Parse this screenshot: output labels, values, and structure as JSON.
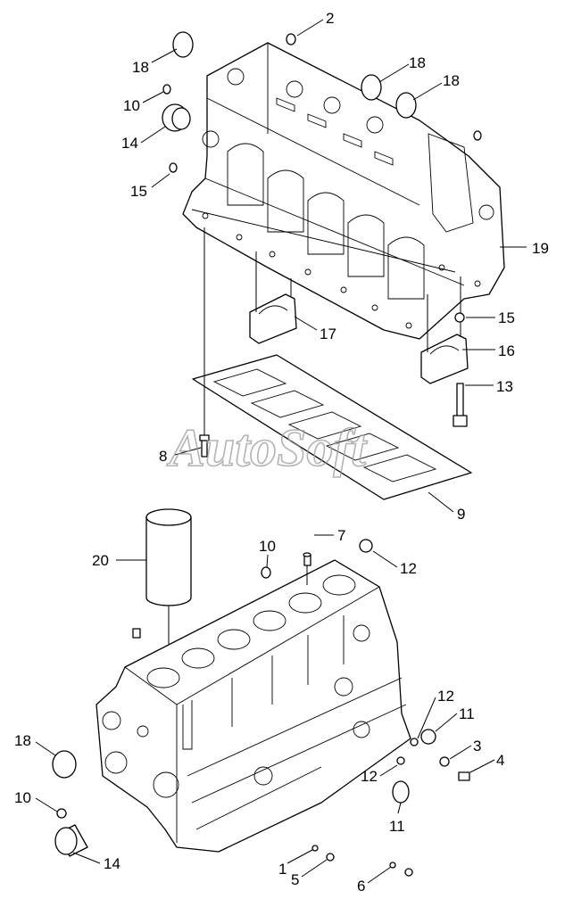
{
  "watermark": "AutoSoft",
  "callouts": [
    {
      "id": "c2a",
      "label": "2"
    },
    {
      "id": "c18a",
      "label": "18"
    },
    {
      "id": "c18b",
      "label": "18"
    },
    {
      "id": "c18c",
      "label": "18"
    },
    {
      "id": "c10a",
      "label": "10"
    },
    {
      "id": "c14a",
      "label": "14"
    },
    {
      "id": "c15a",
      "label": "15"
    },
    {
      "id": "c19",
      "label": "19"
    },
    {
      "id": "c15b",
      "label": "15"
    },
    {
      "id": "c16",
      "label": "16"
    },
    {
      "id": "c17",
      "label": "17"
    },
    {
      "id": "c13",
      "label": "13"
    },
    {
      "id": "c8",
      "label": "8"
    },
    {
      "id": "c9",
      "label": "9"
    },
    {
      "id": "c20",
      "label": "20"
    },
    {
      "id": "c10b",
      "label": "10"
    },
    {
      "id": "c7",
      "label": "7"
    },
    {
      "id": "c12a",
      "label": "12"
    },
    {
      "id": "c12b",
      "label": "12"
    },
    {
      "id": "c11a",
      "label": "11"
    },
    {
      "id": "c3",
      "label": "3"
    },
    {
      "id": "c4",
      "label": "4"
    },
    {
      "id": "c18d",
      "label": "18"
    },
    {
      "id": "c12c",
      "label": "12"
    },
    {
      "id": "c10c",
      "label": "10"
    },
    {
      "id": "c11b",
      "label": "11"
    },
    {
      "id": "c14b",
      "label": "14"
    },
    {
      "id": "c1",
      "label": "1"
    },
    {
      "id": "c5",
      "label": "5"
    },
    {
      "id": "c6",
      "label": "6"
    }
  ]
}
